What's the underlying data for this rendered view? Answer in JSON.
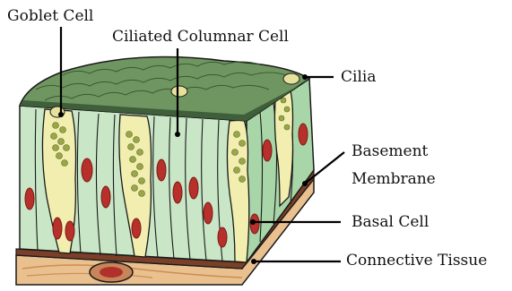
{
  "labels": {
    "goblet_cell": "Goblet Cell",
    "ciliated_columnar_cell": "Ciliated Columnar Cell",
    "cilia": "Cilia",
    "basement_membrane_line1": "Basement",
    "basement_membrane_line2": "Membrane",
    "basal_cell": "Basal Cell",
    "connective_tissue": "Connective Tissue"
  },
  "colors": {
    "cilia_top": "#6f9660",
    "cilia_dark": "#3f5f3a",
    "cell_body": "#c9e7c7",
    "cell_side": "#a9d6a8",
    "goblet": "#f1eeb0",
    "granules": "#9aa64a",
    "nucleus": "#b8302b",
    "membrane": "#8a4a32",
    "connective": "#e9c08e",
    "outline": "#1a1a1a"
  }
}
